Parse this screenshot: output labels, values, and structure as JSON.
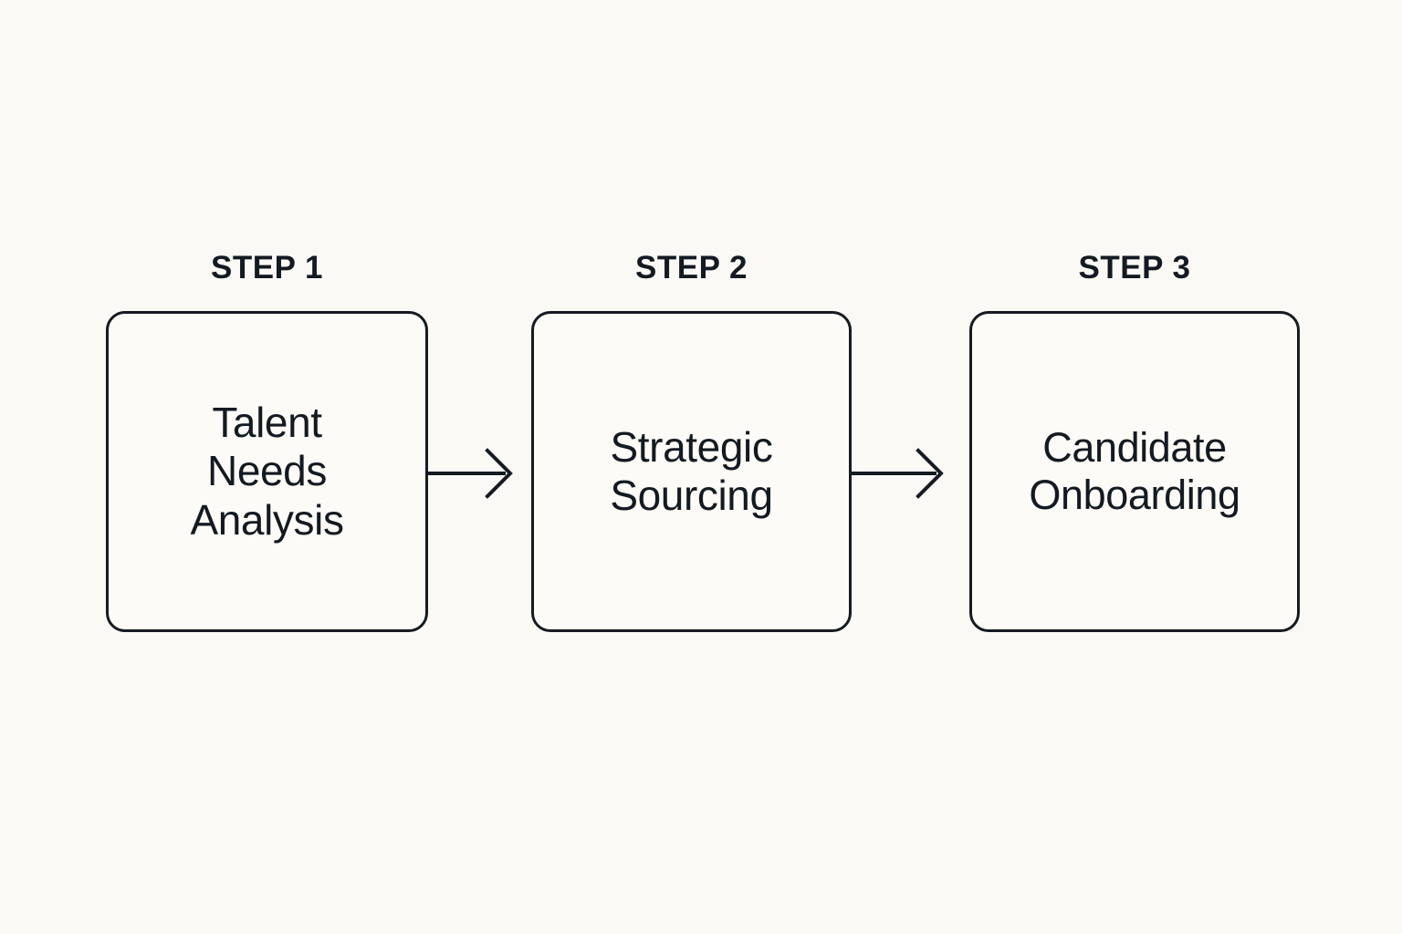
{
  "diagram": {
    "type": "flow",
    "orientation": "horizontal",
    "background_color": "#faf9f5",
    "box_fill_color": "#fcfbf7",
    "stroke_color": "#161b22",
    "text_color": "#141a21",
    "steps": [
      {
        "label": "STEP 1",
        "title_lines": [
          "Talent",
          "Needs",
          "Analysis"
        ],
        "title": "Talent Needs Analysis"
      },
      {
        "label": "STEP 2",
        "title_lines": [
          "Strategic",
          "Sourcing"
        ],
        "title": "Strategic Sourcing"
      },
      {
        "label": "STEP 3",
        "title_lines": [
          "Candidate",
          "Onboarding"
        ],
        "title": "Candidate Onboarding"
      }
    ],
    "connectors": [
      {
        "from": "STEP 1",
        "to": "STEP 2",
        "icon": "arrow-right-icon"
      },
      {
        "from": "STEP 2",
        "to": "STEP 3",
        "icon": "arrow-right-icon"
      }
    ]
  }
}
